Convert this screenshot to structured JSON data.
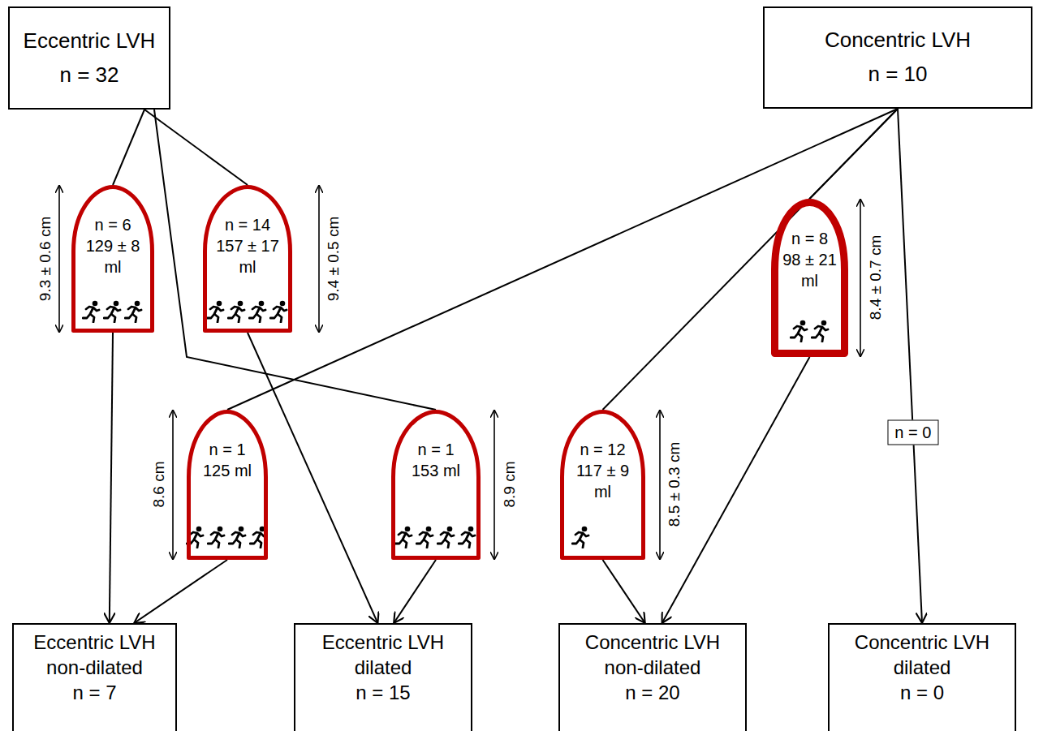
{
  "diagram": {
    "nodes": [
      {
        "text": [
          "Eccentric LVH",
          "n = 32"
        ]
      },
      {
        "text": [
          "Concentric LVH",
          "n = 10"
        ]
      },
      {
        "text": [
          "n = 6",
          "129 ± 8 ml"
        ]
      },
      {
        "text": [
          "n = 14",
          "157 ± 17 ml"
        ]
      },
      {
        "text": [
          "n = 8",
          "98 ± 21 ml"
        ]
      },
      {
        "text": [
          "n = 1",
          "125 ml"
        ]
      },
      {
        "text": [
          "n = 1",
          "153 ml"
        ]
      },
      {
        "text": [
          "n = 12",
          "117 ± 9 ml"
        ]
      },
      {
        "text": [
          "Eccentric LVH non-dilated",
          "n = 7"
        ]
      },
      {
        "text": [
          "Eccentric LVH dilated",
          "n = 15"
        ]
      },
      {
        "text": [
          "Concentric LVH non-dilated",
          "n = 20"
        ]
      },
      {
        "text": [
          "Concentric LVH dilated",
          "n = 0"
        ]
      }
    ],
    "edges": [
      {
        "from": 0,
        "to": 2,
        "arrow": "none"
      },
      {
        "from": 0,
        "to": 3,
        "arrow": "none"
      },
      {
        "from": 0,
        "to": 6,
        "arrow": "none"
      },
      {
        "from": 1,
        "to": 5,
        "arrow": "none"
      },
      {
        "from": 1,
        "to": 7,
        "arrow": "none"
      },
      {
        "from": 1,
        "to": 4,
        "arrow": "none"
      },
      {
        "from": 1,
        "to": 11,
        "arrow": "to",
        "label": "n = 0"
      },
      {
        "from": 2,
        "to": 8,
        "arrow": "to"
      },
      {
        "from": 3,
        "to": 9,
        "arrow": "to"
      },
      {
        "from": 5,
        "to": 8,
        "arrow": "to"
      },
      {
        "from": 6,
        "to": 9,
        "arrow": "to"
      },
      {
        "from": 7,
        "to": 10,
        "arrow": "to"
      },
      {
        "from": 4,
        "to": 10,
        "arrow": "to"
      }
    ],
    "labels": [
      "9.3 ± 0.6 cm",
      "9.4 ± 0.5 cm",
      "8.4 ± 0.7 cm",
      "8.6 cm",
      "8.9 cm",
      "8.5 ± 0.3 cm"
    ]
  }
}
